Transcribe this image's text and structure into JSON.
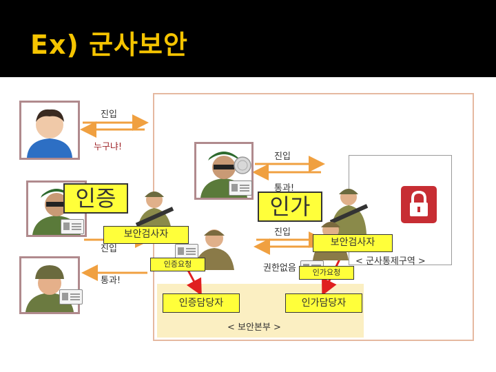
{
  "slide": {
    "title": "Ex) 군사보안"
  },
  "labels": {
    "enter_1": "진입",
    "who_are_you": "누구냐!",
    "enter_2": "진입",
    "pass_1": "통과!",
    "enter_3": "진입",
    "enter_4": "진입",
    "pass_2": "통과!",
    "no_authority": "권한없음",
    "auth_request": "인증요청",
    "authz_request": "인가요청"
  },
  "boxes": {
    "authentication": "인증",
    "authorization": "인가",
    "inspector_left": "보안검사자",
    "inspector_right": "보안검사자",
    "auth_officer": "인증담당자",
    "authz_officer": "인가담당자"
  },
  "zones": {
    "military_zone": "< 군사통제구역 >",
    "security_hq": "< 보안본부 >"
  },
  "colors": {
    "title": "#f5c400",
    "title_bar": "#000000",
    "highlight": "#ffff3a",
    "arrow": "#f0a040",
    "request_arrow": "#e02020",
    "lock": "#c72d33",
    "hq_fill": "#fbefc2"
  },
  "icons": [
    "civilian-avatar-icon",
    "soldier-avatar-icon",
    "id-card-icon",
    "coin-icon",
    "armed-soldier-icon",
    "lock-icon"
  ]
}
